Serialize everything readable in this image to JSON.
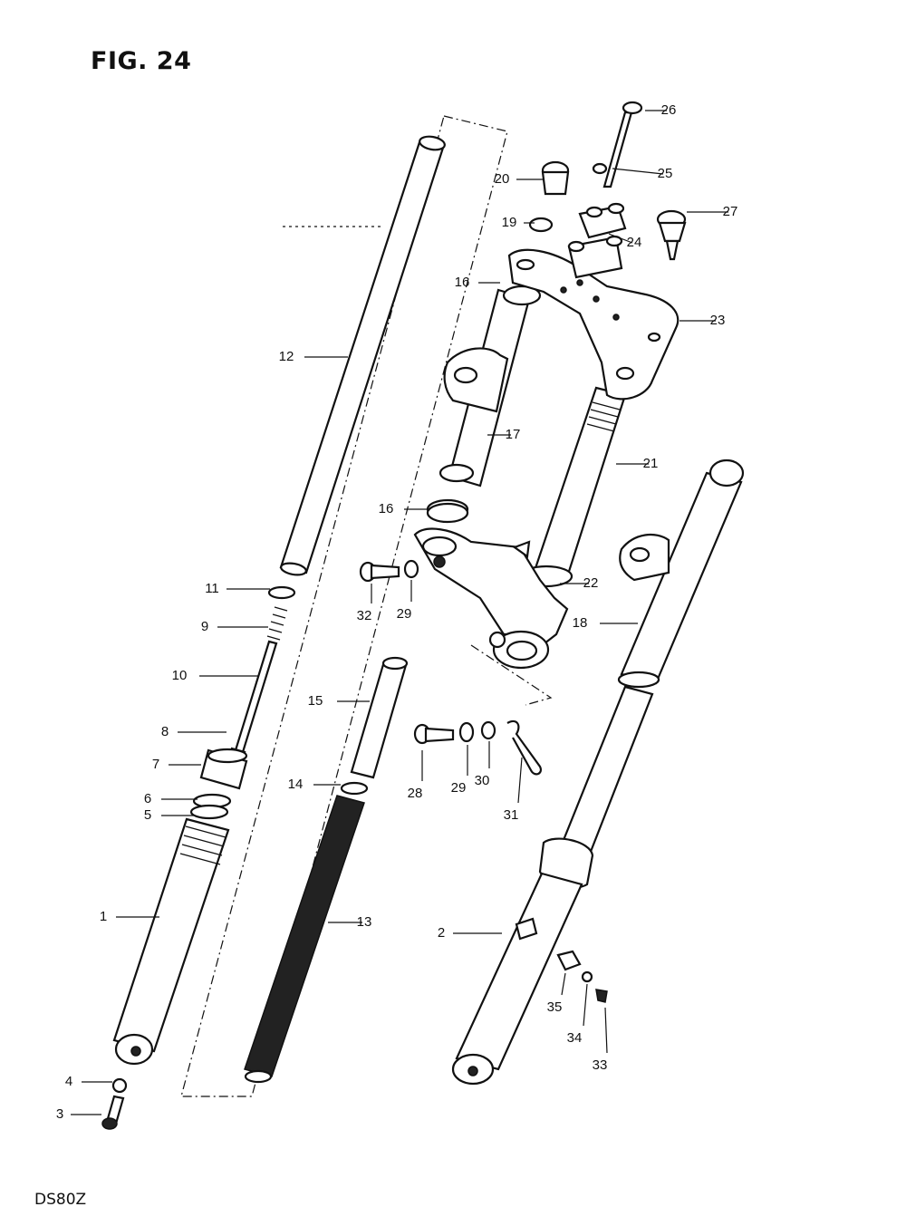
{
  "figure": {
    "title": "FIG. 24",
    "model": "DS80Z"
  },
  "callouts": [
    {
      "id": "c1",
      "label": "1"
    },
    {
      "id": "c2",
      "label": "2"
    },
    {
      "id": "c3",
      "label": "3"
    },
    {
      "id": "c4",
      "label": "4"
    },
    {
      "id": "c5",
      "label": "5"
    },
    {
      "id": "c6",
      "label": "6"
    },
    {
      "id": "c7",
      "label": "7"
    },
    {
      "id": "c8",
      "label": "8"
    },
    {
      "id": "c9",
      "label": "9"
    },
    {
      "id": "c10",
      "label": "10"
    },
    {
      "id": "c11",
      "label": "11"
    },
    {
      "id": "c12",
      "label": "12"
    },
    {
      "id": "c13",
      "label": "13"
    },
    {
      "id": "c14",
      "label": "14"
    },
    {
      "id": "c15",
      "label": "15"
    },
    {
      "id": "c16a",
      "label": "16"
    },
    {
      "id": "c16b",
      "label": "16"
    },
    {
      "id": "c17",
      "label": "17"
    },
    {
      "id": "c18",
      "label": "18"
    },
    {
      "id": "c19",
      "label": "19"
    },
    {
      "id": "c20",
      "label": "20"
    },
    {
      "id": "c21",
      "label": "21"
    },
    {
      "id": "c22",
      "label": "22"
    },
    {
      "id": "c23",
      "label": "23"
    },
    {
      "id": "c24",
      "label": "24"
    },
    {
      "id": "c25",
      "label": "25"
    },
    {
      "id": "c26",
      "label": "26"
    },
    {
      "id": "c27",
      "label": "27"
    },
    {
      "id": "c28",
      "label": "28"
    },
    {
      "id": "c29a",
      "label": "29"
    },
    {
      "id": "c29b",
      "label": "29"
    },
    {
      "id": "c30",
      "label": "30"
    },
    {
      "id": "c31",
      "label": "31"
    },
    {
      "id": "c32",
      "label": "32"
    },
    {
      "id": "c33",
      "label": "33"
    },
    {
      "id": "c34",
      "label": "34"
    },
    {
      "id": "c35",
      "label": "35"
    }
  ]
}
